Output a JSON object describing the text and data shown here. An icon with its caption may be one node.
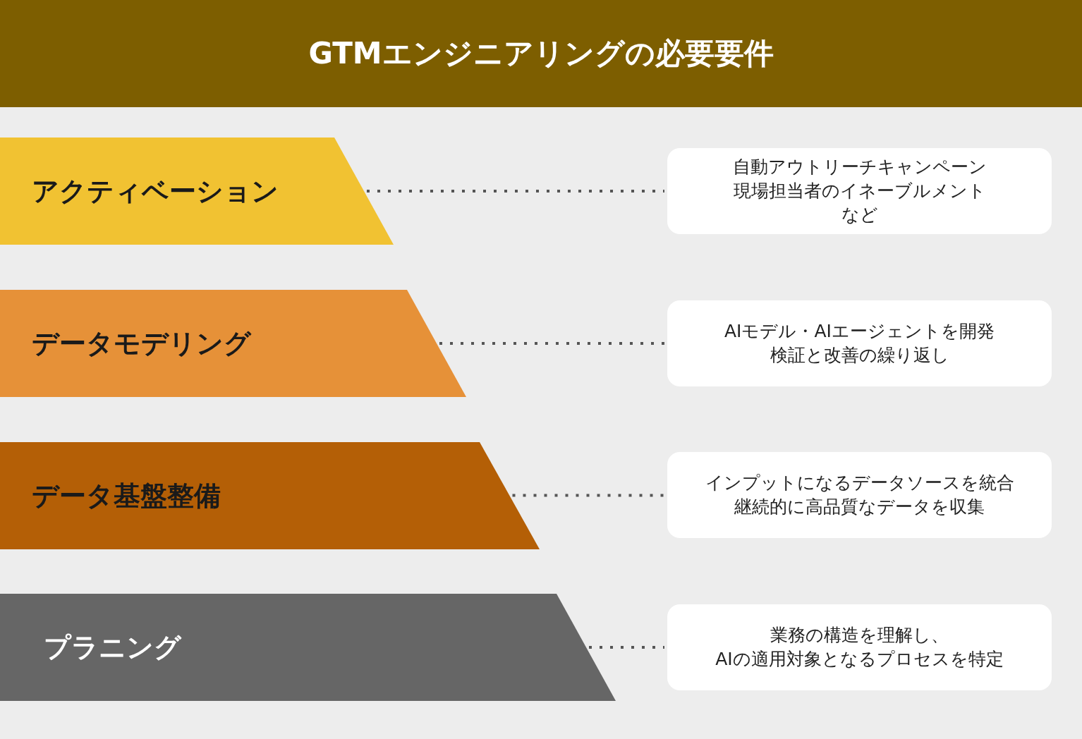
{
  "diagram": {
    "title": "GTMエンジニアリングの必要要件",
    "nodes": [
      {
        "text": [
          "アクティベーション"
        ]
      },
      {
        "text": [
          "データモデリング"
        ]
      },
      {
        "text": [
          "データ基盤整備"
        ]
      },
      {
        "text": [
          "プラニング"
        ]
      },
      {
        "text": [
          "自動アウトリーチキャンペーン",
          "現場担当者のイネーブルメント",
          "など"
        ]
      },
      {
        "text": [
          "AIモデル・AIエージェントを開発",
          "検証と改善の繰り返し"
        ]
      },
      {
        "text": [
          "インプットになるデータソースを統合",
          "継続的に高品質なデータを収集"
        ]
      },
      {
        "text": [
          "業務の構造を理解し、",
          "AIの適用対象となるプロセスを特定"
        ]
      }
    ],
    "edges": [
      {
        "from": 0,
        "to": 4,
        "arrow": "none",
        "style": "dashed"
      },
      {
        "from": 1,
        "to": 5,
        "arrow": "none",
        "style": "dashed"
      },
      {
        "from": 2,
        "to": 6,
        "arrow": "none",
        "style": "dashed"
      },
      {
        "from": 3,
        "to": 7,
        "arrow": "none",
        "style": "dashed"
      }
    ]
  }
}
